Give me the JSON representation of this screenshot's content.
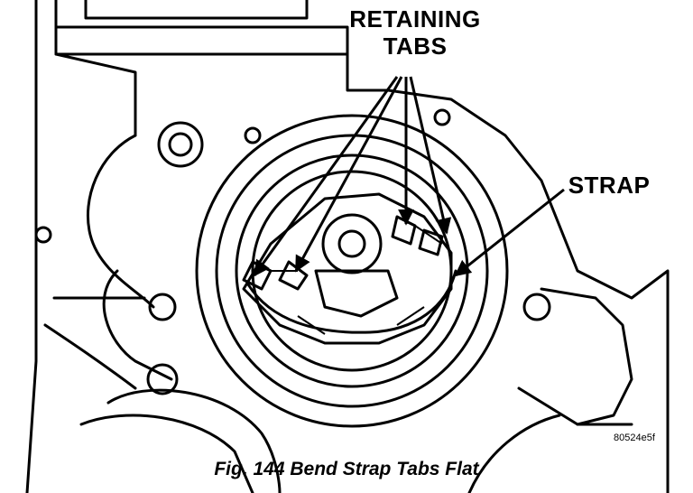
{
  "labels": {
    "retaining_line1": "RETAINING",
    "retaining_line2": "TABS",
    "strap": "STRAP"
  },
  "figure_code": "80524e5f",
  "caption": "Fig. 144 Bend Strap Tabs Flat"
}
